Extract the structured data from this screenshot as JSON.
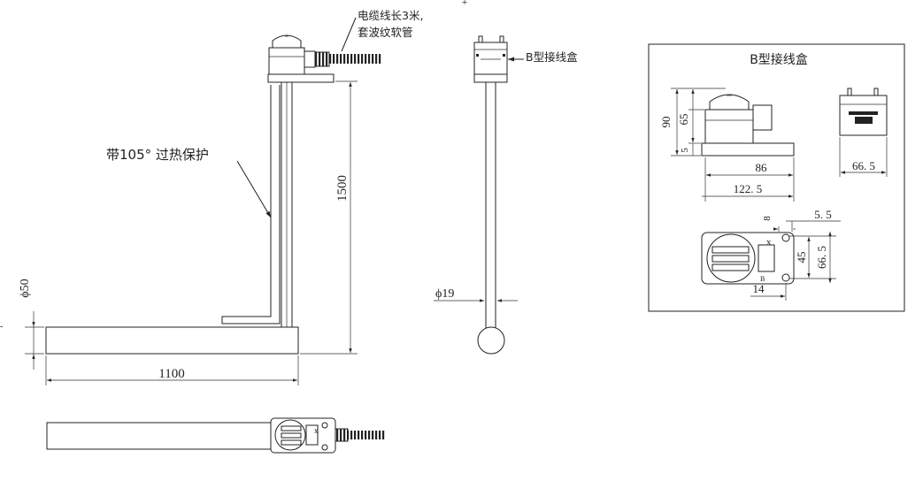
{
  "labels": {
    "cable_note_line1": "电缆线长3米,",
    "cable_note_line2": "套波纹软管",
    "junction_box_label": "B型接线盒",
    "overheat_note": "带105° 过热保护",
    "detail_title": "B型接线盒"
  },
  "dimensions": {
    "total_height": "1500",
    "base_length": "1100",
    "base_diameter": "ϕ50",
    "rod_diameter": "ϕ19",
    "box_height_total": "90",
    "box_height_65": "65",
    "box_height_5": "5",
    "box_width_86": "86",
    "box_width_122_5": "122. 5",
    "box_side_66_5": "66. 5",
    "top_8": "8",
    "top_5_5": "5. 5",
    "top_45": "45",
    "top_66_5": "66. 5",
    "top_14": "14"
  }
}
